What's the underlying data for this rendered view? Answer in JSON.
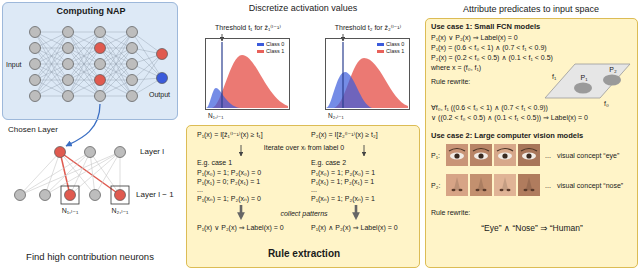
{
  "diagram": {
    "nodes": [
      {
        "text": [
          "Computing NAP",
          "Input",
          "Output"
        ]
      },
      {
        "text": [
          "Threshold t₁ for ẑ₁⁽ˡ⁻¹⁾",
          "N₁,ₗ₋₁"
        ]
      },
      {
        "text": [
          "Threshold t₂ for ẑ₂⁽ˡ⁻¹⁾",
          "N₂,ₗ₋₁"
        ]
      },
      {
        "text": [
          "P₁(x) = I[ẑ₁⁽ˡ⁻¹⁾(x) ≥ t₁]",
          "P₂(x) = I[ẑ₂⁽ˡ⁻¹⁾(x) ≥ t₂]",
          "Iterate over xᵢ from label 0",
          "E.g. case 1",
          "P₁(x₀) = 1; P₂(x₀) = 0",
          "P₁(x₁) = 0; P₂(x₁) = 1",
          "...",
          "P₁(xₙ) = 1; P₂(xₙ) = 0",
          "E.g. case 2",
          "P₁(x₀) = 1; P₂(x₀) = 1",
          "P₁(x₁) = 1; P₂(x₁) = 1",
          "...",
          "P₁(xₙ) = 1; P₂(xₙ) = 1",
          "collect patterns",
          "P₁(x) ∨ P₂(x) ⇒ Label(x) = 0",
          "P₁(x) ∧ P₂(x) ⇒ Label(x) = 0",
          "Rule extraction"
        ]
      },
      {
        "text": [
          "Use case 1: Small FCN models",
          "P₁(x) ∨ P₂(x) ⇒ Label(x) = 0",
          "P₁(x) = (0.6 < f₀ < 1) ∧ (0.7 < f₁ < 0.9)",
          "P₂(x) = (0.2 < f₀ < 0.5) ∧ (0.1 < f₁ < 0.5)",
          "where x = (f₀, f₁)",
          "P₁",
          "P₂",
          "f₀",
          "f₁",
          "Rule rewrite:",
          "∀f₀, f₁ ((0.6 < f₀ < 1) ∧ (0.7 < f₁ < 0.9))",
          "∨ ((0.2 < f₀ < 0.5) ∧ (0.1 < f₁ < 0.5)) ⇒ Label(x) = 0",
          "Use case 2: Large computer vision models",
          "P₁:",
          "...",
          "visual concept “eye”",
          "P₂:",
          "...",
          "visual concept “nose”",
          "Rule rewrite:",
          "“Eye” ∧ “Nose” ⇒ “Human”"
        ]
      }
    ],
    "labels": [
      "Chosen Layer",
      "Layer l",
      "Layer l − 1",
      "N₁,ₗ₋₁",
      "N₂,ₗ₋₁",
      "Find high contribution neurons",
      "Discretize activation values",
      "Attribute predicates to input space"
    ],
    "legend": [
      {
        "text": "Class 0",
        "color": "#3b5bdb"
      },
      {
        "text": "Class 1",
        "color": "#e8615a"
      },
      {
        "text": "Class 0",
        "color": "#3b5bdb"
      },
      {
        "text": "Class 1",
        "color": "#e8615a"
      }
    ]
  }
}
